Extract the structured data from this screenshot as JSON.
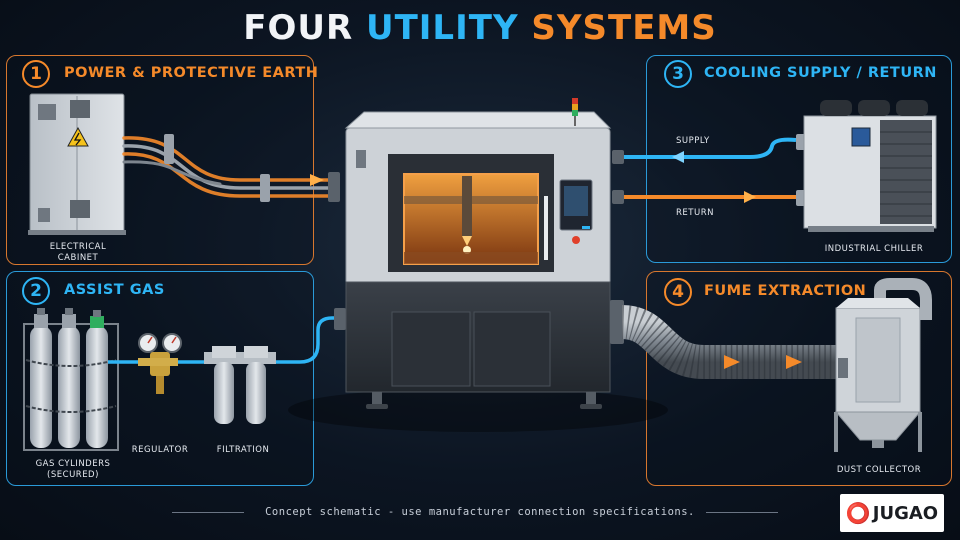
{
  "title": {
    "w1": "FOUR",
    "w2": "UTILITY",
    "w3": "SYSTEMS"
  },
  "panels": [
    {
      "num": "1",
      "title": "POWER & PROTECTIVE EARTH"
    },
    {
      "num": "2",
      "title": "ASSIST GAS"
    },
    {
      "num": "3",
      "title": "COOLING SUPPLY / RETURN"
    },
    {
      "num": "4",
      "title": "FUME EXTRACTION"
    }
  ],
  "labels": {
    "cabinet_1": "ELECTRICAL",
    "cabinet_2": "CABINET",
    "cylinders_1": "GAS CYLINDERS",
    "cylinders_2": "(SECURED)",
    "regulator": "REGULATOR",
    "filtration": "FILTRATION",
    "supply": "SUPPLY",
    "return": "RETURN",
    "chiller": "INDUSTRIAL CHILLER",
    "collector": "DUST COLLECTOR"
  },
  "footer": "Concept schematic - use manufacturer connection specifications.",
  "logo": "JUGAO",
  "colors": {
    "orange": "#f58a2a",
    "blue": "#2eb5f5"
  }
}
